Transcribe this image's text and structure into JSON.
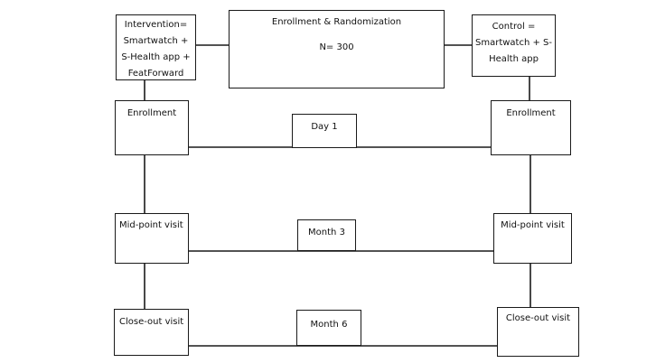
{
  "diagram": {
    "intervention": [
      "Intervention=",
      "Smartwatch +",
      "S-Health app +",
      "FeatForward"
    ],
    "enrollment_randomization": {
      "title": "Enrollment & Randomization",
      "n": "N= 300"
    },
    "control": [
      "Control =",
      "Smartwatch + S-",
      "Health app"
    ],
    "enrollment_left": "Enrollment",
    "enrollment_right": "Enrollment",
    "day1": "Day 1",
    "midpoint_left": "Mid-point visit",
    "midpoint_right": "Mid-point visit",
    "month3": "Month 3",
    "closeout_left": "Close-out visit",
    "closeout_right": "Close-out visit",
    "month6": "Month 6"
  }
}
